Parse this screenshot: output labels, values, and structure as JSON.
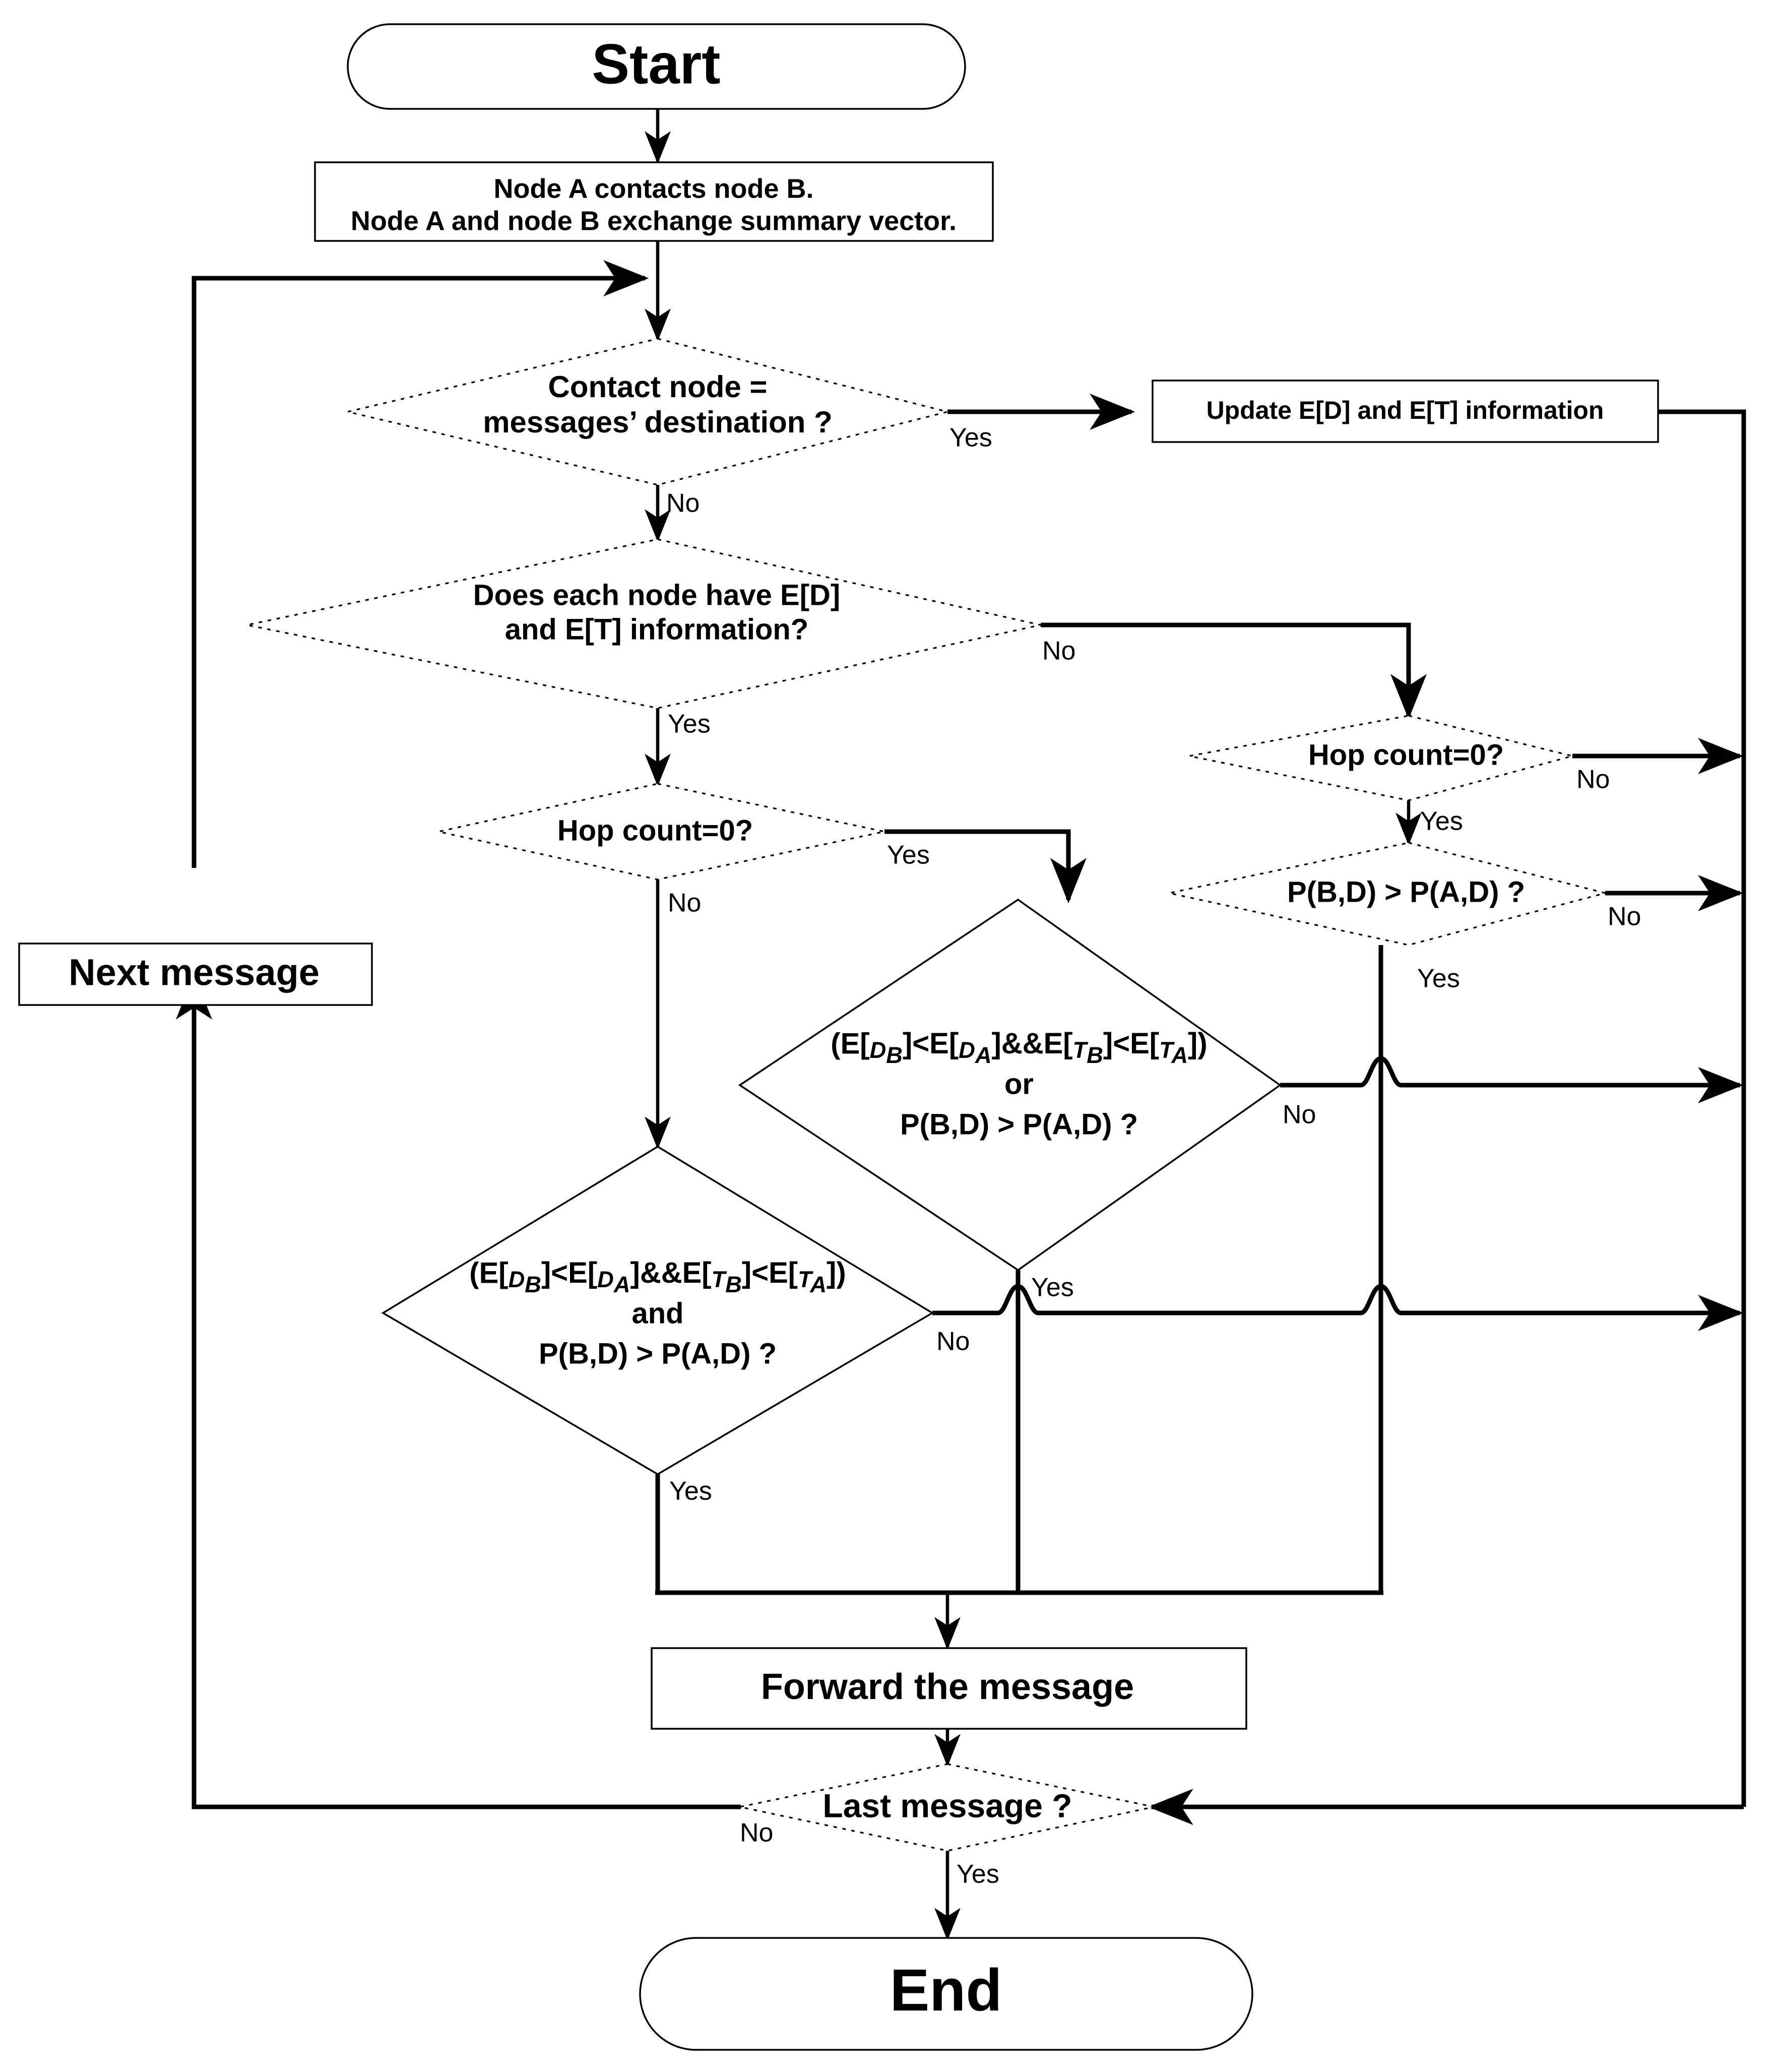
{
  "diagram": {
    "title": "Message forwarding decision flowchart",
    "ink_color": "#000000",
    "background_color": "#ffffff",
    "nodes": {
      "start": {
        "type": "terminator",
        "label": "Start"
      },
      "contact": {
        "type": "process",
        "line1": "Node A contacts node B.",
        "line2": "Node A and node B exchange summary vector."
      },
      "d_dest": {
        "type": "decision",
        "line1": "Contact node =",
        "line2": "messages’ destination ?"
      },
      "update": {
        "type": "process",
        "label": "Update E[D] and E[T] information"
      },
      "d_have": {
        "type": "decision",
        "line1": "Does each node have E[D]",
        "line2": "and E[T] information?"
      },
      "d_hop_left": {
        "type": "decision",
        "label": "Hop count=0?"
      },
      "d_hop_right": {
        "type": "decision",
        "label": "Hop count=0?"
      },
      "d_p_right": {
        "type": "decision",
        "label": "P(B,D) > P(A,D) ?"
      },
      "d_or": {
        "type": "decision",
        "line1_pre": "(E[",
        "line1": "(E[D_B]<E[D_A]&&E[T_B]<E[T_A])",
        "line2": "or",
        "line3": "P(B,D) > P(A,D) ?"
      },
      "d_and": {
        "type": "decision",
        "line1": "(E[D_B]<E[D_A]&&E[T_B]<E[T_A])",
        "line2": "and",
        "line3": "P(B,D) > P(A,D) ?"
      },
      "next_message": {
        "type": "process",
        "label": "Next message"
      },
      "forward": {
        "type": "process",
        "label": "Forward the message"
      },
      "d_last": {
        "type": "decision",
        "label": "Last message ?"
      },
      "end": {
        "type": "terminator",
        "label": "End"
      }
    },
    "edge_labels": {
      "dest_yes": "Yes",
      "dest_no": "No",
      "have_yes": "Yes",
      "have_no": "No",
      "hop_left_yes": "Yes",
      "hop_left_no": "No",
      "hop_right_yes": "Yes",
      "hop_right_no": "No",
      "p_right_yes": "Yes",
      "p_right_no": "No",
      "or_yes": "Yes",
      "or_no": "No",
      "and_yes": "Yes",
      "and_no": "No",
      "last_yes": "Yes",
      "last_no": "No"
    },
    "formula_parts": {
      "e": "E[",
      "d": "D",
      "t": "T",
      "sub_b": "B",
      "sub_a": "A",
      "lt": "<",
      "andand": "&&",
      "rb": "]",
      "open": "(",
      "close": ")",
      "or_word": "or",
      "and_word": "and",
      "prob": "P(B,D) > P(A,D) ?"
    }
  }
}
